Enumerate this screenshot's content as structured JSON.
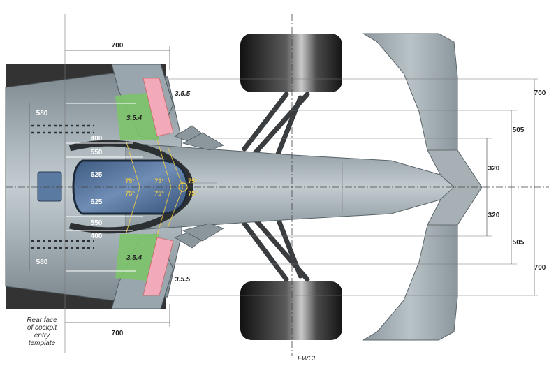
{
  "labels": {
    "dim_700_top": "700",
    "dim_700_bottom": "700",
    "dim_580_top": "580",
    "dim_580_bottom": "580",
    "dim_400_top": "400",
    "dim_400_bottom": "400",
    "dim_550_top": "550",
    "dim_550_bottom": "550",
    "dim_625_top": "625",
    "dim_625_bottom": "625",
    "angle_75": "75°",
    "ref_354_top": "3.5.4",
    "ref_354_bottom": "3.5.4",
    "ref_355_top": "3.5.5",
    "ref_355_bottom": "3.5.5",
    "right_700_top": "700",
    "right_505_top": "505",
    "right_320_top": "320",
    "right_320_bottom": "320",
    "right_505_bottom": "505",
    "right_700_bottom": "700",
    "rear_face_line1": "Rear face",
    "rear_face_line2": "of cockpit",
    "rear_face_line3": "entry",
    "rear_face_line4": "template",
    "fwcl": "FWCL"
  },
  "colors": {
    "body": "#9aa6ad",
    "body_dark": "#6f7a80",
    "cockpit": "#4f6e96",
    "green_zone": "#7cc46a",
    "pink_zone": "#f2a9ba",
    "tyre": "#2a2a2a",
    "suspension": "#3a3d40",
    "accent_yellow": "#e8c84a"
  }
}
